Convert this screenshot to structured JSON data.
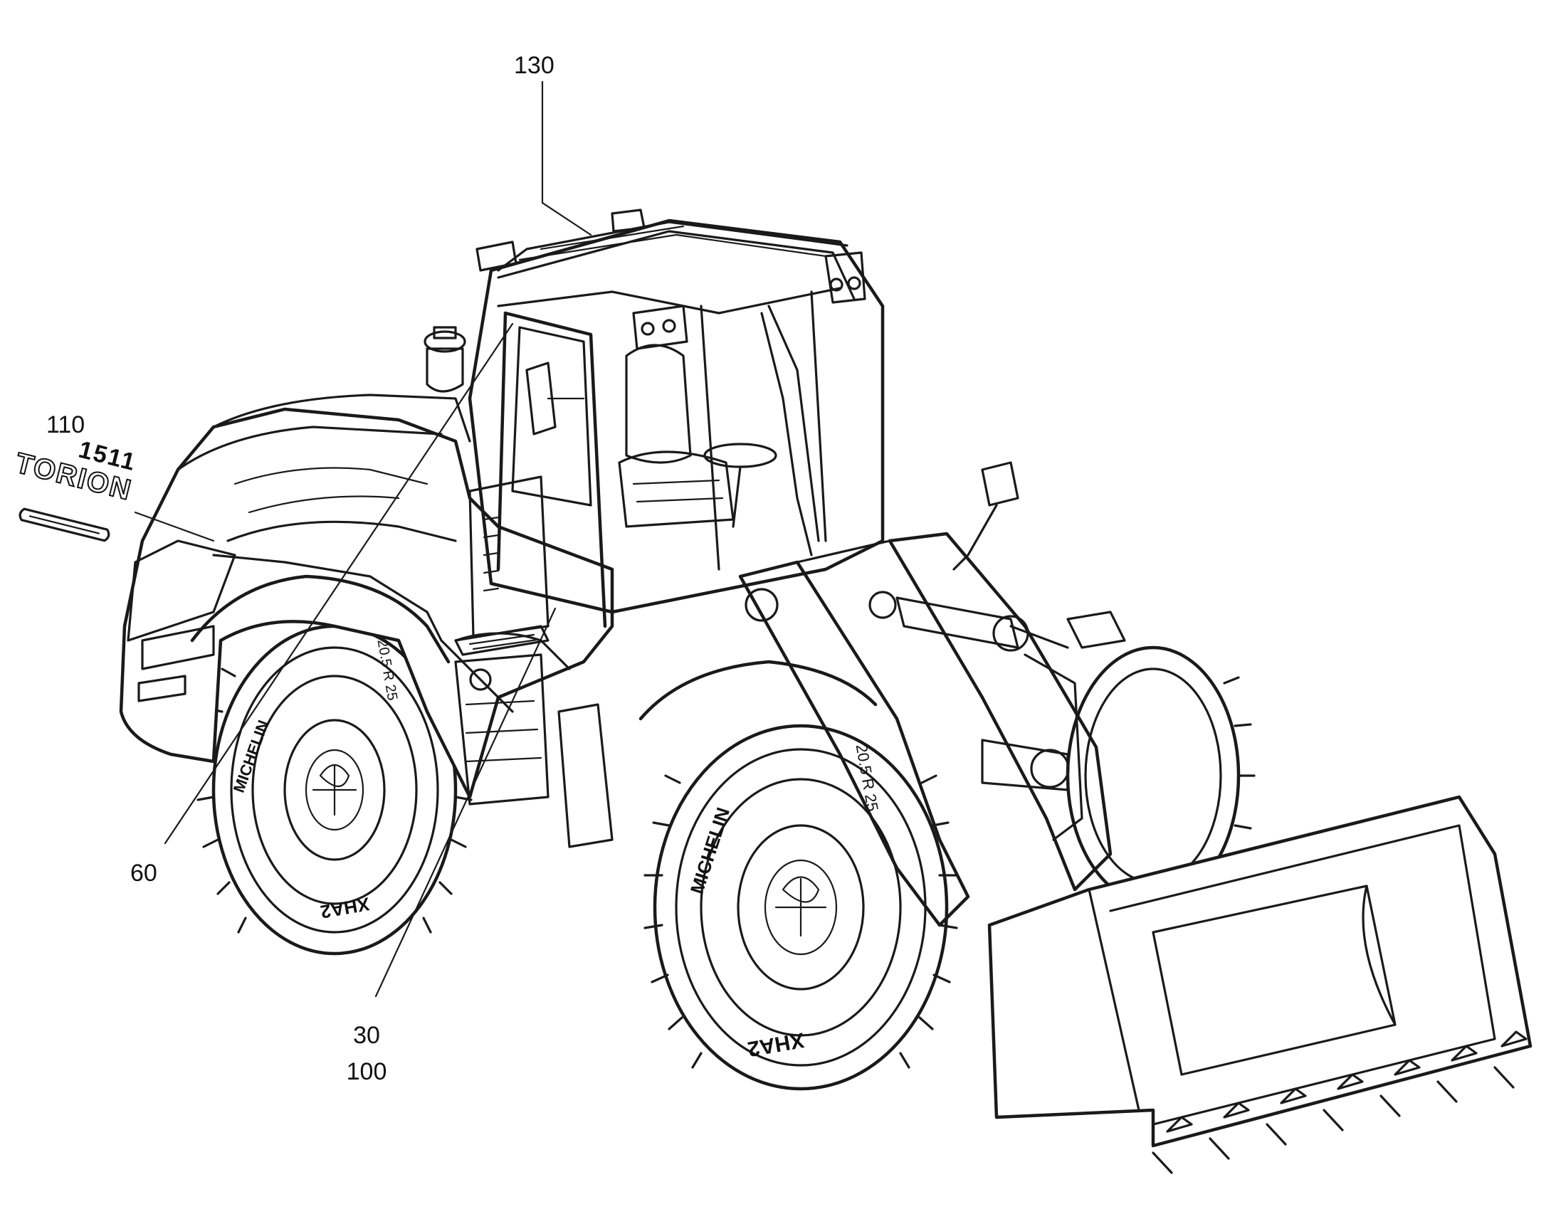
{
  "callouts": {
    "c130": "130",
    "c110": "110",
    "c60": "60",
    "c30": "30",
    "c100": "100"
  },
  "badge": {
    "model": "1511",
    "brand": "TORION"
  },
  "tire_text": {
    "maker": "MICHELIN",
    "size": "20.5 R 25",
    "tread": "XHA2"
  }
}
